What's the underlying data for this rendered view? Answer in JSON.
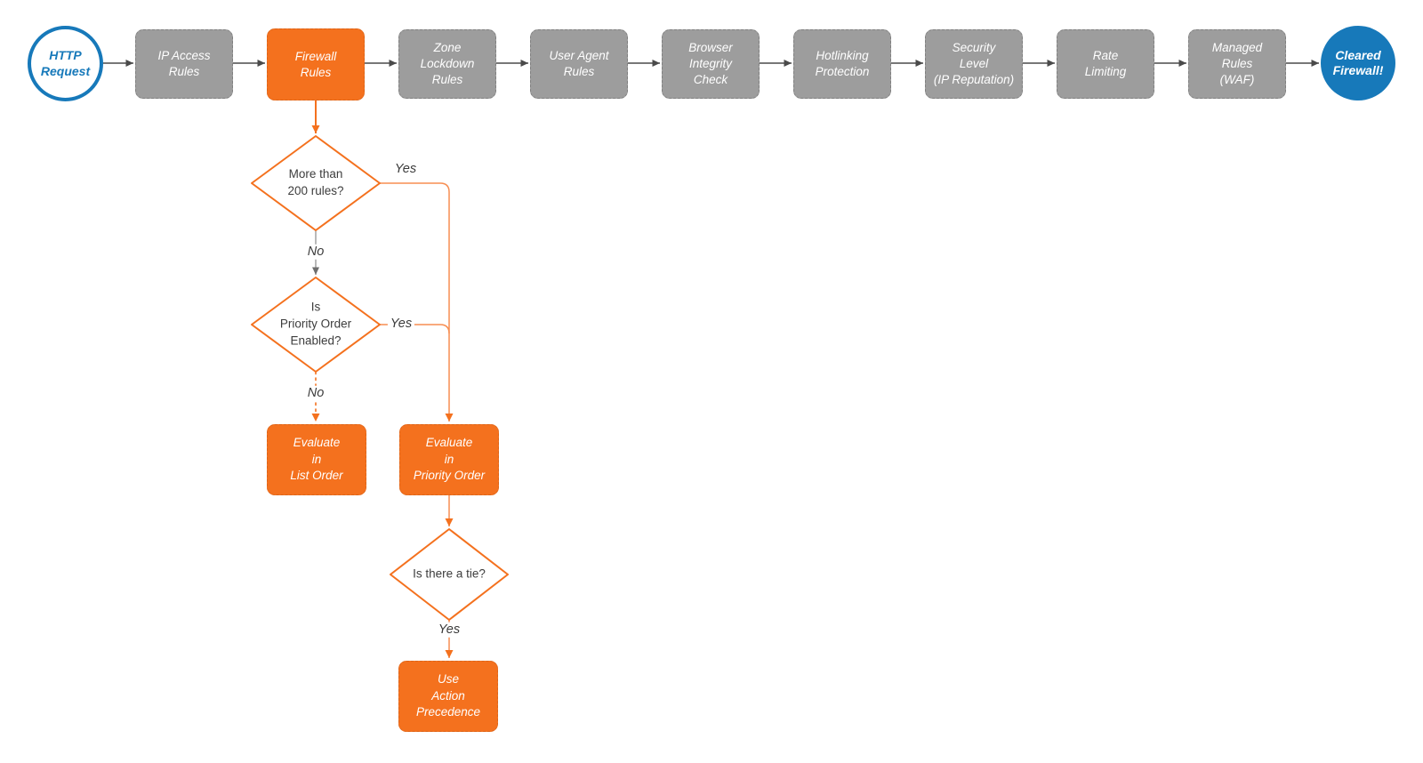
{
  "colors": {
    "accent_orange": "#F4711E",
    "accent_orange_light": "#F78E52",
    "accent_blue": "#1779BA",
    "step_gray": "#9D9D9D",
    "connector_dark_gray": "#4A4A4A",
    "connector_light_gray": "#9B9B9B",
    "text_dark": "#3D3D3D"
  },
  "pipeline": {
    "start": {
      "label": "HTTP\nRequest"
    },
    "steps": [
      {
        "label": "IP Access\nRules"
      },
      {
        "label": "Firewall\nRules"
      },
      {
        "label": "Zone\nLockdown\nRules"
      },
      {
        "label": "User Agent\nRules"
      },
      {
        "label": "Browser\nIntegrity\nCheck"
      },
      {
        "label": "Hotlinking\nProtection"
      },
      {
        "label": "Security\nLevel\n(IP Reputation)"
      },
      {
        "label": "Rate\nLimiting"
      },
      {
        "label": "Managed\nRules\n(WAF)"
      }
    ],
    "end": {
      "label": "Cleared\nFirewall!"
    }
  },
  "branch": {
    "decisions": [
      {
        "label": "More than\n200 rules?"
      },
      {
        "label": "Is\nPriority Order\nEnabled?"
      },
      {
        "label": "Is there a tie?"
      }
    ],
    "processes": [
      {
        "label": "Evaluate\nin\nList Order"
      },
      {
        "label": "Evaluate\nin\nPriority Order"
      },
      {
        "label": "Use\nAction\nPrecedence"
      }
    ],
    "edge_labels": {
      "yes1": "Yes",
      "yes2": "Yes",
      "yes3": "Yes",
      "no1": "No",
      "no2": "No"
    }
  }
}
